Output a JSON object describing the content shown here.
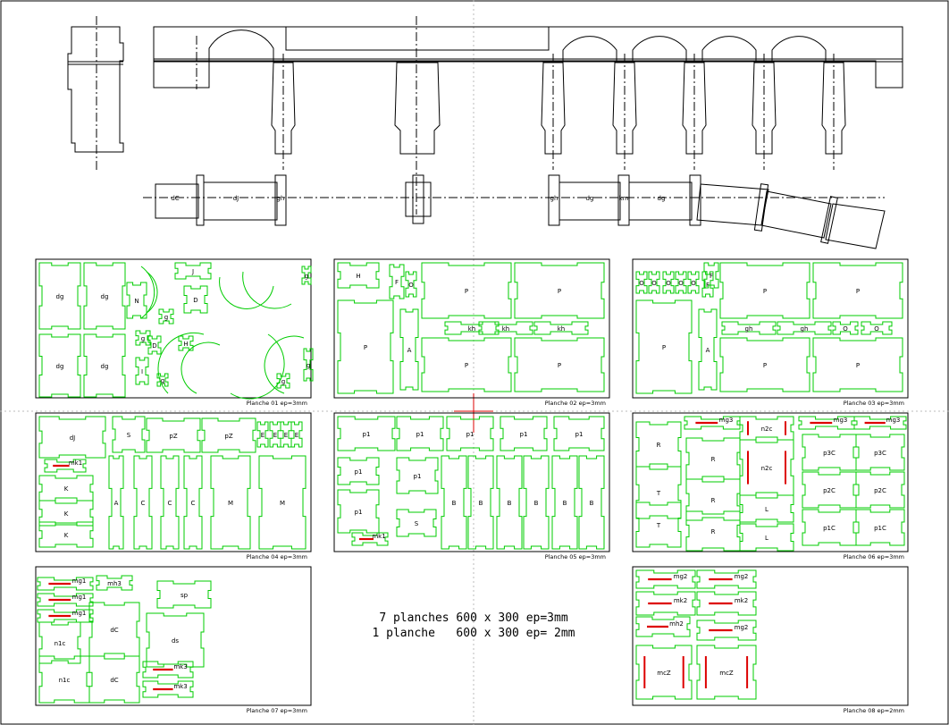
{
  "colors": {
    "line": "#000000",
    "part_outline": "#00cc00",
    "magnet_mark": "#dd0000",
    "background": "#ffffff"
  },
  "elevation_labels": [
    "dC",
    "dJ",
    "gh",
    "gh",
    "dg",
    "km",
    "dg"
  ],
  "boards": [
    {
      "title": "Planche 01 ep=3mm",
      "parts": [
        "dg",
        "dg",
        "dg",
        "dg",
        "N",
        "D",
        "J",
        "g",
        "g",
        "g",
        "I",
        "D",
        "H",
        "g",
        "g",
        "g"
      ]
    },
    {
      "title": "Planche 02 ep=3mm",
      "parts": [
        "H",
        "F",
        "O",
        "P",
        "P",
        "P",
        "A",
        "kh",
        "kh",
        "kh",
        "P",
        "P"
      ]
    },
    {
      "title": "Planche 03 ep=3mm",
      "parts": [
        "O",
        "O",
        "O",
        "O",
        "O",
        "F",
        "F",
        "P",
        "P",
        "P",
        "A",
        "gh",
        "gh",
        "O",
        "O",
        "P",
        "P"
      ]
    },
    {
      "title": "Planche 04 ep=3mm",
      "parts": [
        "dJ",
        "S",
        "pZ",
        "pZ",
        "E",
        "E",
        "E",
        "E",
        "mk1",
        "K",
        "K",
        "K",
        "A",
        "C",
        "C",
        "C",
        "M",
        "M"
      ]
    },
    {
      "title": "Planche 05 ep=3mm",
      "parts": [
        "p1",
        "p1",
        "p1",
        "p1",
        "p1",
        "p1",
        "p1",
        "p1",
        "B",
        "B",
        "B",
        "B",
        "B",
        "B",
        "S",
        "mk1"
      ]
    },
    {
      "title": "Planche 06 ep=3mm",
      "parts": [
        "mg3",
        "n2c",
        "mg3",
        "mg3",
        "R",
        "R",
        "n2c",
        "p3C",
        "p3C",
        "T",
        "R",
        "L",
        "p2C",
        "p2C",
        "T",
        "R",
        "L",
        "p1C",
        "p1C"
      ]
    },
    {
      "title": "Planche 07 ep=3mm",
      "parts": [
        "mg1",
        "mh3",
        "sp",
        "mg1",
        "mg1",
        "dC",
        "n1c",
        "ds",
        "n1c",
        "dC",
        "mk3",
        "mk3"
      ]
    },
    {
      "title": "Planche 08 ep=2mm",
      "parts": [
        "mg2",
        "mg2",
        "mk2",
        "mk2",
        "mh2",
        "mg2",
        "mcZ",
        "mcZ"
      ]
    }
  ],
  "summary": {
    "line1": "7 planches 600 x 300 ep=3mm",
    "line2": "1 planche   600 x 300 ep= 2mm"
  }
}
